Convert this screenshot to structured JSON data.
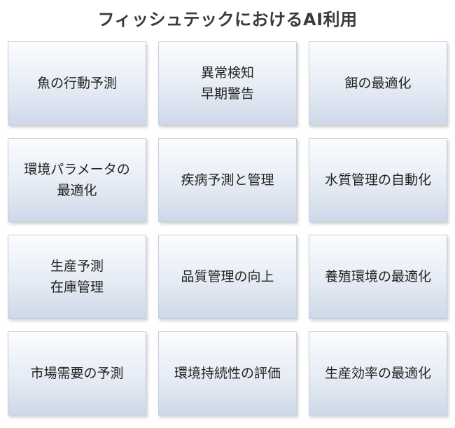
{
  "title": "フィッシュテックにおけるAI利用",
  "cards": [
    [
      "魚の行動予測",
      "異常検知\n早期警告",
      "餌の最適化"
    ],
    [
      "環境パラメータの\n最適化",
      "疾病予測と管理",
      "水質管理の自動化"
    ],
    [
      "生産予測\n在庫管理",
      "品質管理の向上",
      "養殖環境の最適化"
    ],
    [
      "市場需要の予測",
      "環境持続性の評価",
      "生産効率の最適化"
    ]
  ]
}
